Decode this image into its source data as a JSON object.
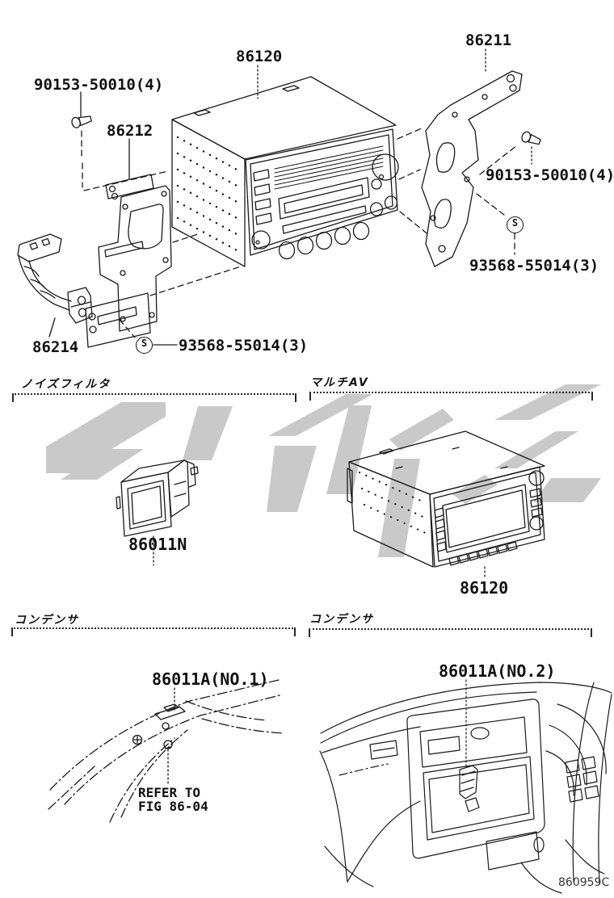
{
  "page": {
    "background": "#ffffff",
    "line_color": "#1a1a1a",
    "watermark_color": "#c9c9c9"
  },
  "parts": {
    "screw_top_left": "90153-50010(4)",
    "bracket_left": "86212",
    "radio_main": "86120",
    "bracket_right": "86211",
    "screw_top_right": "90153-50010(4)",
    "screw_s_right": "93568-55014(3)",
    "bracket_handle": "86214",
    "screw_s_left": "93568-55014(3)",
    "noise_filter": "86011N",
    "multi_av_unit": "86120",
    "condenser_no1": "86011A(NO.1)",
    "condenser_no2": "86011A(NO.2)"
  },
  "headings": {
    "noise_filter": "ノイズフィルタ",
    "multi_av": "マルチAV",
    "condenser_left": "コンデンサ",
    "condenser_right": "コンデンサ"
  },
  "notes": {
    "refer_line1": "REFER TO",
    "refer_line2": "FIG 86-04",
    "s_symbol": "S",
    "doc_code": "860959C"
  }
}
